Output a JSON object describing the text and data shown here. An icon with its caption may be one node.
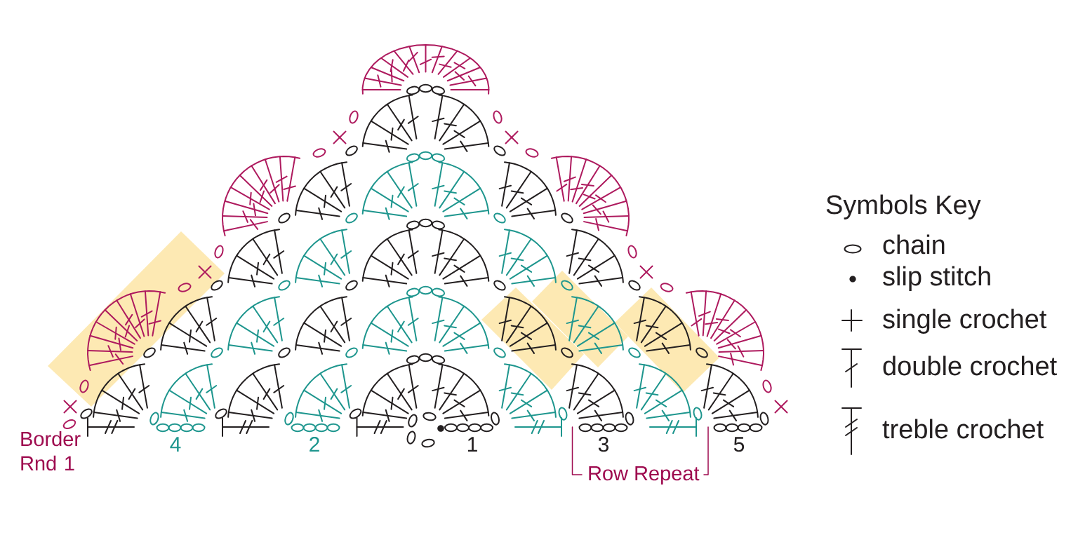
{
  "diagram": {
    "labels": [
      "Border Rnd 1",
      "4",
      "2",
      "1",
      "3",
      "5",
      "Row Repeat",
      "Symbols Key"
    ],
    "legend": [
      {
        "text": "chain"
      },
      {
        "text": "slip stitch"
      },
      {
        "text": "single crochet"
      },
      {
        "text": "double crochet"
      },
      {
        "text": "treble crochet"
      }
    ]
  }
}
